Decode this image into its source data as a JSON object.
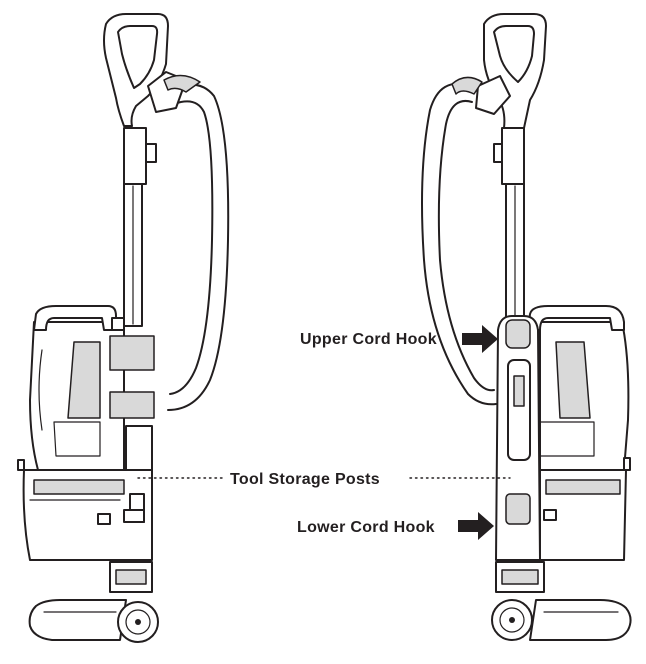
{
  "labels": {
    "upper_cord_hook": "Upper Cord Hook",
    "tool_storage_posts": "Tool Storage Posts",
    "lower_cord_hook": "Lower Cord Hook"
  },
  "colors": {
    "ink": "#231f20",
    "fill_gray": "#d9d9d9",
    "background": "#ffffff"
  },
  "icons": [
    "arrow-right-icon",
    "arrow-right-icon"
  ]
}
